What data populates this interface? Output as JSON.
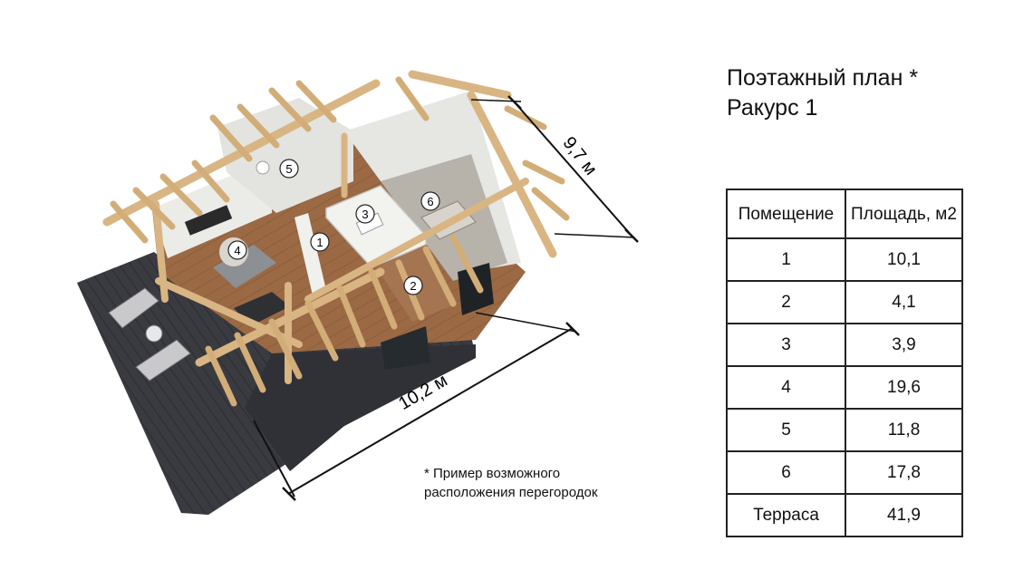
{
  "title": [
    "Поэтажный план *",
    "Ракурс 1"
  ],
  "note": [
    "* Пример возможного",
    "расположения перегородок"
  ],
  "dimensions": {
    "width_label": "10,2 м",
    "depth_label": "9,7 м"
  },
  "room_markers": [
    "1",
    "2",
    "3",
    "4",
    "5",
    "6"
  ],
  "table": {
    "headers": [
      "Помещение",
      "Площадь, м2"
    ],
    "rows": [
      {
        "room": "1",
        "area": "10,1"
      },
      {
        "room": "2",
        "area": "4,1"
      },
      {
        "room": "3",
        "area": "3,9"
      },
      {
        "room": "4",
        "area": "19,6"
      },
      {
        "room": "5",
        "area": "11,8"
      },
      {
        "room": "6",
        "area": "17,8"
      },
      {
        "room": "Терраса",
        "area": "41,9"
      }
    ]
  },
  "colors": {
    "deck": "#3a3b40",
    "floor": "#9b6a44",
    "timber": "#d8b583",
    "wall": "#ebebe8"
  }
}
